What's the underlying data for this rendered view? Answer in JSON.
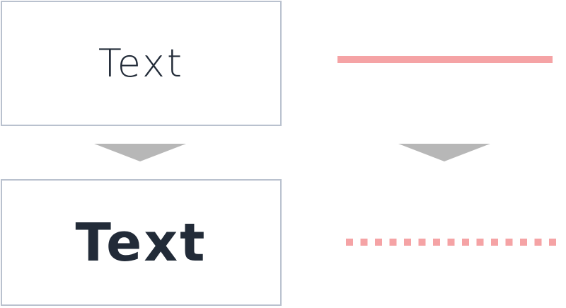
{
  "before": {
    "text": "Text",
    "text_weight": "light"
  },
  "after": {
    "text": "Text",
    "text_weight": "bold"
  },
  "line_before": {
    "style": "solid"
  },
  "line_after": {
    "style": "dotted"
  },
  "colors": {
    "box_border": "#b9c1ce",
    "text": "#222b38",
    "line": "#f5a3a5",
    "arrow": "#b7b7b7"
  },
  "icons": {
    "arrow_left": "triangle-down-icon",
    "arrow_right": "triangle-down-icon"
  }
}
